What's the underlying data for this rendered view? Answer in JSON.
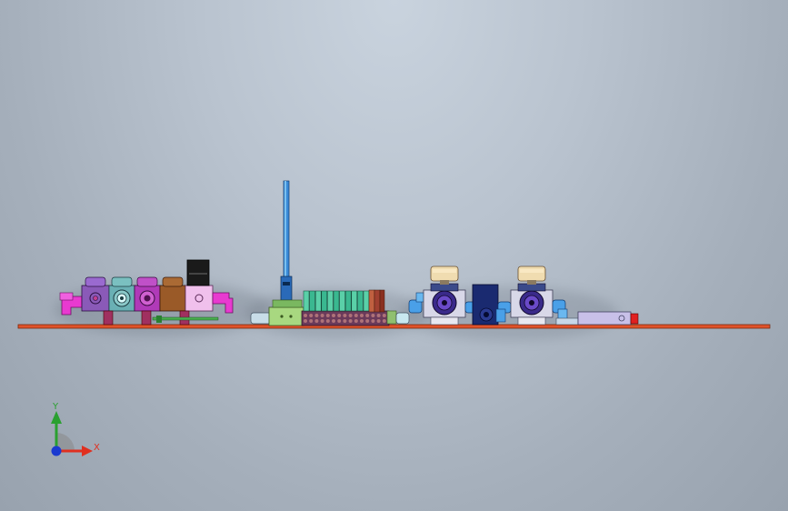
{
  "viewport": {
    "background_top": "#c9d3de",
    "background_bottom": "#98a2ae"
  },
  "triad": {
    "x_label": "X",
    "y_label": "Y",
    "x_color": "#e03020",
    "y_color": "#2aa030",
    "z_color": "#1a3ad0"
  },
  "model": {
    "base_plate_color": "#e0522a",
    "assemblies": [
      "left-valve-manifold",
      "center-cylinder-block",
      "right-motor-units",
      "right-slide-actuator"
    ]
  }
}
